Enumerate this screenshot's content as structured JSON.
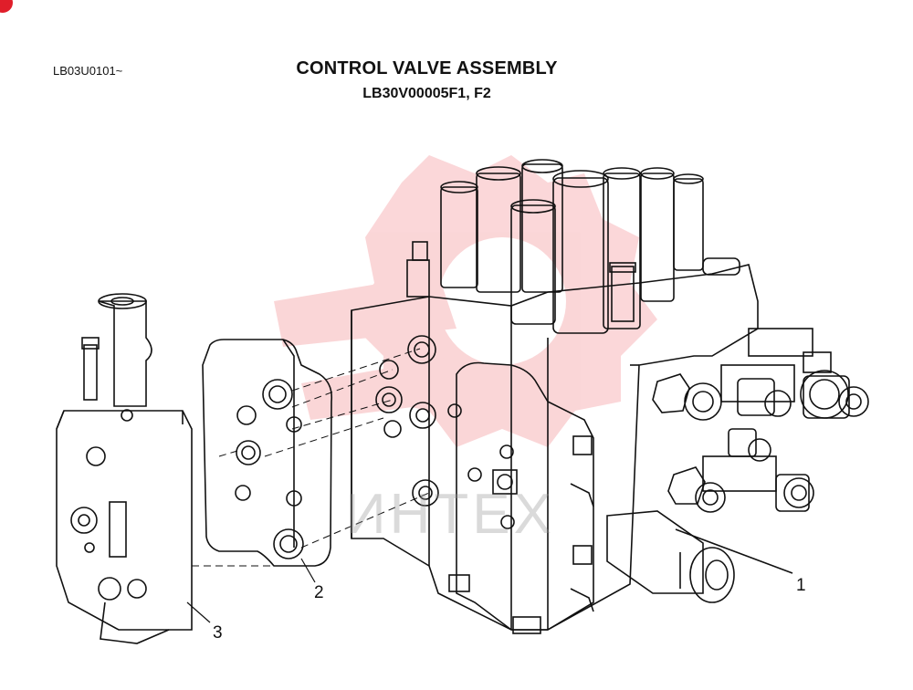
{
  "header": {
    "code": "LB03U0101~",
    "title": "CONTROL VALVE  ASSEMBLY",
    "subtitle": "LB30V00005F1, F2"
  },
  "callouts": [
    {
      "label": "1"
    },
    {
      "label": "2"
    },
    {
      "label": "3"
    }
  ],
  "watermark": {
    "text": "ИНТЕХ",
    "color": "#e8202a"
  }
}
